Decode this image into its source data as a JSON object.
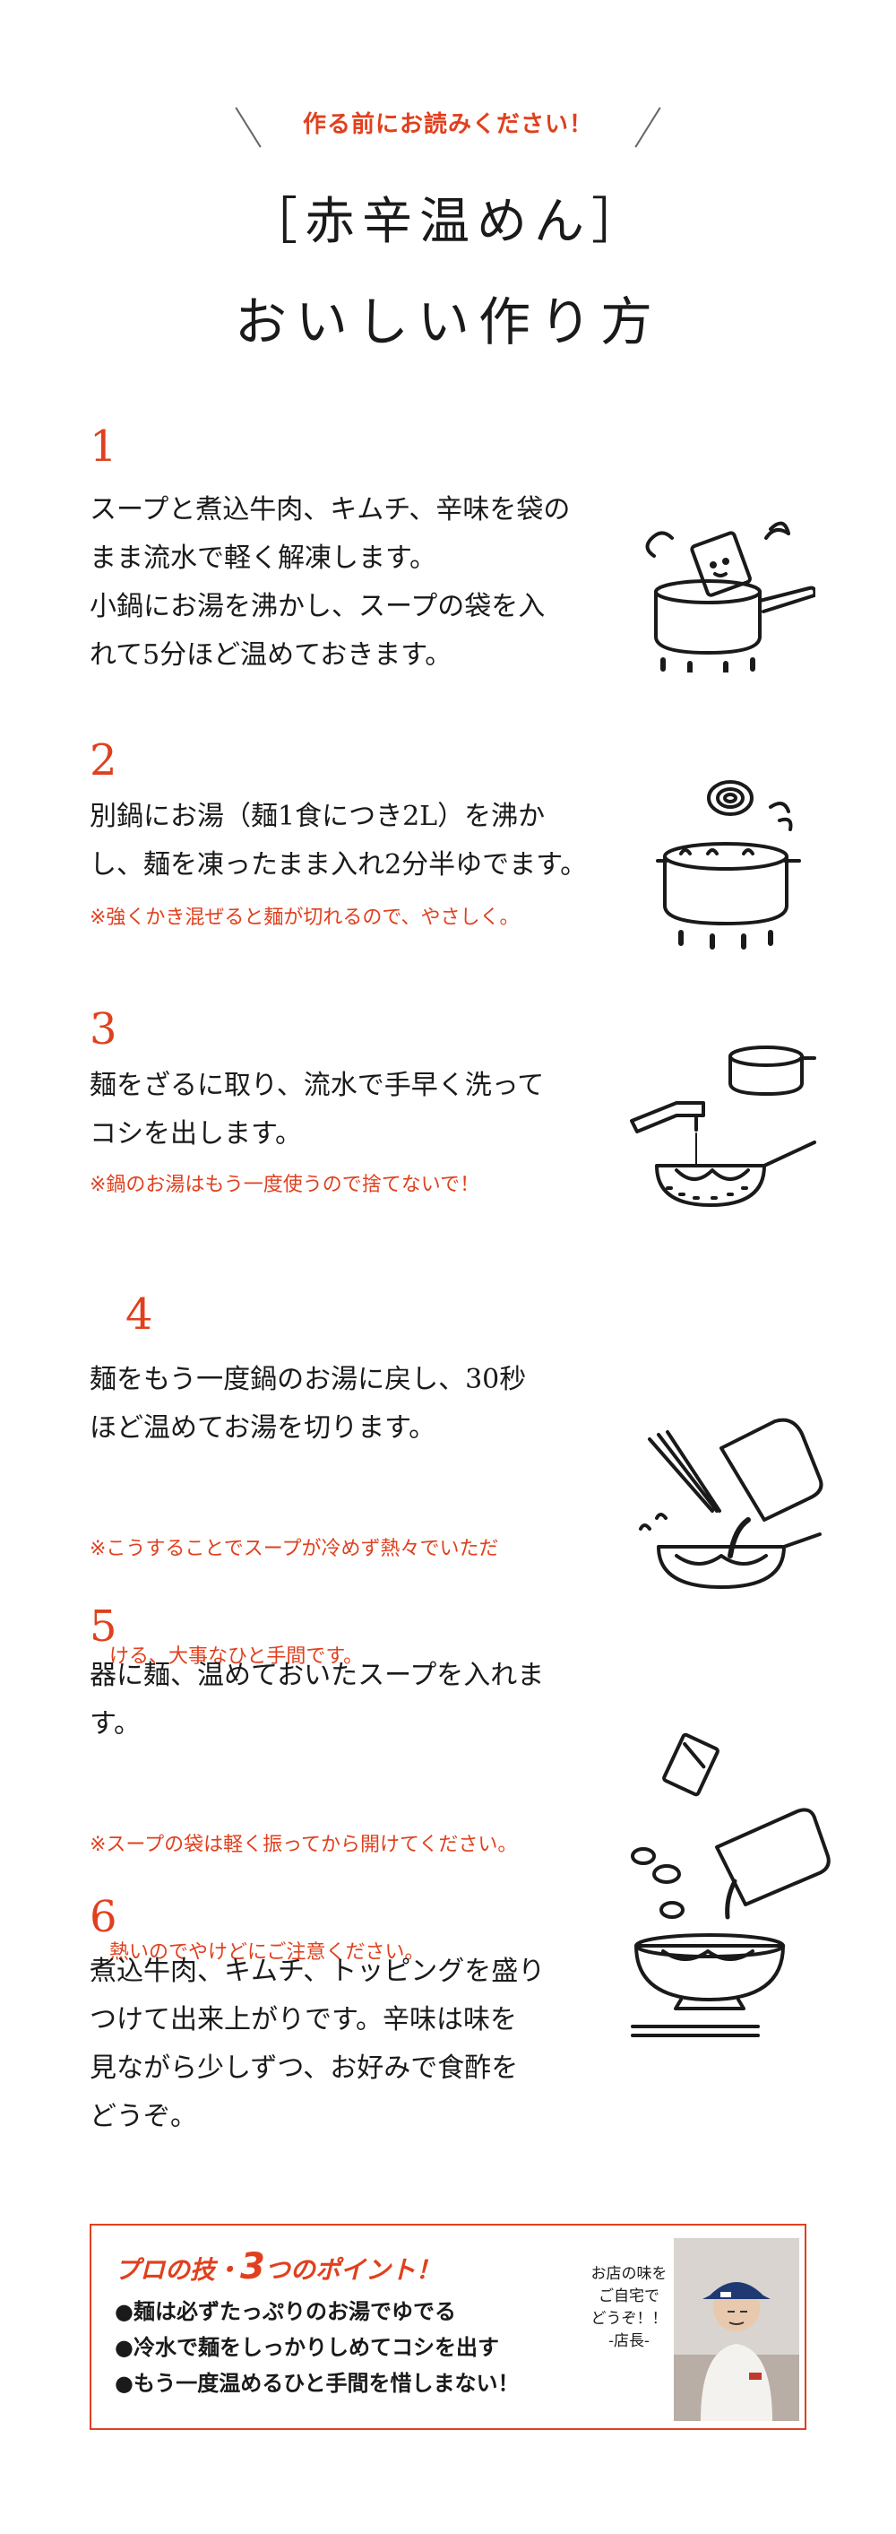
{
  "header": {
    "pre_title": "作る前にお読みください！",
    "title_line1": "［赤辛温めん］",
    "title_line2": "おいしい作り方"
  },
  "steps": [
    {
      "number": "1",
      "lines": [
        "スープと煮込牛肉、キムチ、辛味を袋の",
        "まま流水で軽く解凍します。",
        "小鍋にお湯を沸かし、スープの袋を入",
        "れて5分ほど温めておきます。"
      ],
      "notes": []
    },
    {
      "number": "2",
      "lines": [
        "別鍋にお湯（麺1食につき2L）を沸か",
        "し、麺を凍ったまま入れ2分半ゆでます。"
      ],
      "notes": [
        "※強くかき混ぜると麺が切れるので、やさしく。"
      ]
    },
    {
      "number": "3",
      "lines": [
        "麺をざるに取り、流水で手早く洗って",
        "コシを出します。"
      ],
      "notes": [
        "※鍋のお湯はもう一度使うので捨てないで！"
      ]
    },
    {
      "number": "4",
      "lines": [
        "麺をもう一度鍋のお湯に戻し、30秒",
        "ほど温めてお湯を切ります。"
      ],
      "notes": [
        "※こうすることでスープが冷めず熱々でいただ",
        "　ける、大事なひと手間です。"
      ]
    },
    {
      "number": "5",
      "lines": [
        "器に麺、温めておいたスープを入れま",
        "す。"
      ],
      "notes": [
        "※スープの袋は軽く振ってから開けてください。",
        "　熱いのでやけどにご注意ください。"
      ]
    },
    {
      "number": "6",
      "lines": [
        "煮込牛肉、キムチ、トッピングを盛り",
        "つけて出来上がりです。辛味は味を",
        "見ながら少しずつ、お好みで食酢を",
        "どうぞ。"
      ],
      "notes": []
    }
  ],
  "points": {
    "title_prefix": "プロの技・",
    "title_number": "3",
    "title_suffix": "つのポイント！",
    "items": [
      "●麺は必ずたっぷりのお湯でゆでる",
      "●冷水で麺をしっかりしめてコシを出す",
      "●もう一度温めるひと手間を惜しまない！"
    ],
    "chef_message": [
      "お店の味を",
      "ご自宅で",
      "どうぞ！！",
      "-店長-"
    ]
  },
  "colors": {
    "accent": "#e0401e",
    "text": "#1a1a1a"
  }
}
